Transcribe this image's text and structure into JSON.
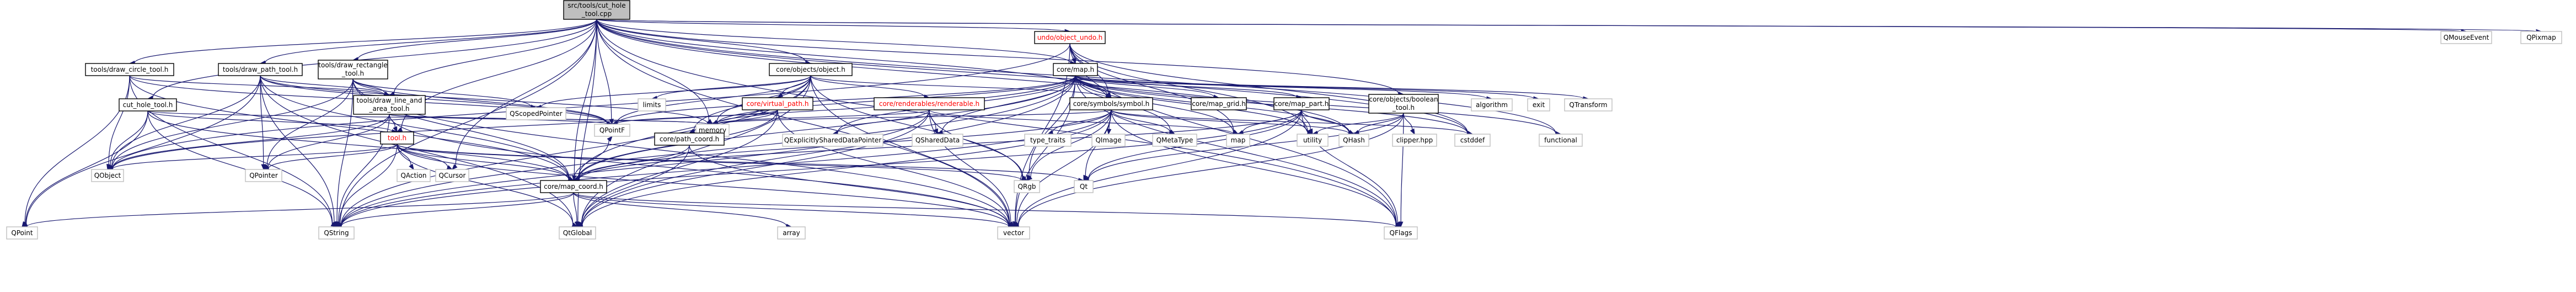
{
  "graph": {
    "root": "src/tools/cut_hole_tool.cpp",
    "nodes": [
      {
        "id": "root",
        "lines": [
          "src/tools/cut_hole",
          "_tool.cpp"
        ],
        "kind": "root"
      },
      {
        "id": "undo",
        "lines": [
          "undo/object_undo.h"
        ],
        "kind": "red"
      },
      {
        "id": "qmouse",
        "lines": [
          "QMouseEvent"
        ],
        "kind": "leaf"
      },
      {
        "id": "qpixmap",
        "lines": [
          "QPixmap"
        ],
        "kind": "leaf"
      },
      {
        "id": "circle",
        "lines": [
          "tools/draw_circle_tool.h"
        ],
        "kind": "normal"
      },
      {
        "id": "pathtool",
        "lines": [
          "tools/draw_path_tool.h"
        ],
        "kind": "normal"
      },
      {
        "id": "recttool",
        "lines": [
          "tools/draw_rectangle",
          "_tool.h"
        ],
        "kind": "normal"
      },
      {
        "id": "objecth",
        "lines": [
          "core/objects/object.h"
        ],
        "kind": "normal"
      },
      {
        "id": "maph",
        "lines": [
          "core/map.h"
        ],
        "kind": "normal"
      },
      {
        "id": "cutholetool",
        "lines": [
          "cut_hole_tool.h"
        ],
        "kind": "normal"
      },
      {
        "id": "lineareatool",
        "lines": [
          "tools/draw_line_and",
          "_area_tool.h"
        ],
        "kind": "normal"
      },
      {
        "id": "qscopedptr",
        "lines": [
          "QScopedPointer"
        ],
        "kind": "leaf"
      },
      {
        "id": "virtualpath",
        "lines": [
          "core/virtual_path.h"
        ],
        "kind": "red"
      },
      {
        "id": "renderable",
        "lines": [
          "core/renderables/renderable.h"
        ],
        "kind": "red"
      },
      {
        "id": "symbolh",
        "lines": [
          "core/symbols/symbol.h"
        ],
        "kind": "normal"
      },
      {
        "id": "mapgrid",
        "lines": [
          "core/map_grid.h"
        ],
        "kind": "normal"
      },
      {
        "id": "mappart",
        "lines": [
          "core/map_part.h"
        ],
        "kind": "normal"
      },
      {
        "id": "booleantool",
        "lines": [
          "core/objects/boolean",
          "_tool.h"
        ],
        "kind": "normal"
      },
      {
        "id": "algorithm",
        "lines": [
          "algorithm"
        ],
        "kind": "leaf"
      },
      {
        "id": "exit",
        "lines": [
          "exit"
        ],
        "kind": "leaf"
      },
      {
        "id": "qtransform",
        "lines": [
          "QTransform"
        ],
        "kind": "leaf"
      },
      {
        "id": "limits",
        "lines": [
          "limits"
        ],
        "kind": "leaf"
      },
      {
        "id": "memory",
        "lines": [
          "memory"
        ],
        "kind": "leaf"
      },
      {
        "id": "qpointf",
        "lines": [
          "QPointF"
        ],
        "kind": "leaf"
      },
      {
        "id": "toolh",
        "lines": [
          "tool.h"
        ],
        "kind": "red"
      },
      {
        "id": "pathcoord",
        "lines": [
          "core/path_coord.h"
        ],
        "kind": "normal"
      },
      {
        "id": "qexplicit",
        "lines": [
          "QExplicitlySharedDataPointer"
        ],
        "kind": "leaf"
      },
      {
        "id": "qshareddata",
        "lines": [
          "QSharedData"
        ],
        "kind": "leaf"
      },
      {
        "id": "typetraits",
        "lines": [
          "type_traits"
        ],
        "kind": "leaf"
      },
      {
        "id": "qimage",
        "lines": [
          "QImage"
        ],
        "kind": "leaf"
      },
      {
        "id": "qmetatype",
        "lines": [
          "QMetaType"
        ],
        "kind": "leaf"
      },
      {
        "id": "map",
        "lines": [
          "map"
        ],
        "kind": "leaf"
      },
      {
        "id": "utility",
        "lines": [
          "utility"
        ],
        "kind": "leaf"
      },
      {
        "id": "qhash",
        "lines": [
          "QHash"
        ],
        "kind": "leaf"
      },
      {
        "id": "clipper",
        "lines": [
          "clipper.hpp"
        ],
        "kind": "leaf"
      },
      {
        "id": "cstddef",
        "lines": [
          "cstddef"
        ],
        "kind": "leaf"
      },
      {
        "id": "functional",
        "lines": [
          "functional"
        ],
        "kind": "leaf"
      },
      {
        "id": "qobject",
        "lines": [
          "QObject"
        ],
        "kind": "leaf"
      },
      {
        "id": "qpointer",
        "lines": [
          "QPointer"
        ],
        "kind": "leaf"
      },
      {
        "id": "qaction",
        "lines": [
          "QAction"
        ],
        "kind": "leaf"
      },
      {
        "id": "qcursor",
        "lines": [
          "QCursor"
        ],
        "kind": "leaf"
      },
      {
        "id": "mapcoord",
        "lines": [
          "core/map_coord.h"
        ],
        "kind": "normal"
      },
      {
        "id": "qrgb",
        "lines": [
          "QRgb"
        ],
        "kind": "leaf"
      },
      {
        "id": "qt",
        "lines": [
          "Qt"
        ],
        "kind": "leaf"
      },
      {
        "id": "qpoint",
        "lines": [
          "QPoint"
        ],
        "kind": "leaf"
      },
      {
        "id": "qstring",
        "lines": [
          "QString"
        ],
        "kind": "leaf"
      },
      {
        "id": "qglobal",
        "lines": [
          "QtGlobal"
        ],
        "kind": "leaf"
      },
      {
        "id": "array",
        "lines": [
          "array"
        ],
        "kind": "leaf"
      },
      {
        "id": "vector",
        "lines": [
          "vector"
        ],
        "kind": "leaf"
      },
      {
        "id": "qflags",
        "lines": [
          "QFlags"
        ],
        "kind": "leaf"
      }
    ],
    "edges": [
      [
        "root",
        "undo"
      ],
      [
        "root",
        "qmouse"
      ],
      [
        "root",
        "qpixmap"
      ],
      [
        "root",
        "circle"
      ],
      [
        "root",
        "pathtool"
      ],
      [
        "root",
        "recttool"
      ],
      [
        "root",
        "objecth"
      ],
      [
        "root",
        "maph"
      ],
      [
        "root",
        "cutholetool"
      ],
      [
        "root",
        "lineareatool"
      ],
      [
        "root",
        "symbolh"
      ],
      [
        "root",
        "booleantool"
      ],
      [
        "root",
        "memory"
      ],
      [
        "root",
        "toolh"
      ],
      [
        "root",
        "mapcoord"
      ],
      [
        "root",
        "qcursor"
      ],
      [
        "root",
        "qstring"
      ],
      [
        "root",
        "qflags"
      ],
      [
        "root",
        "vector"
      ],
      [
        "root",
        "functional"
      ],
      [
        "root",
        "cstddef"
      ],
      [
        "root",
        "qhash"
      ],
      [
        "root",
        "qpointf"
      ],
      [
        "root",
        "qglobal"
      ],
      [
        "undo",
        "qobject"
      ],
      [
        "undo",
        "maph"
      ],
      [
        "undo",
        "symbolh"
      ],
      [
        "undo",
        "map"
      ],
      [
        "undo",
        "utility"
      ],
      [
        "undo",
        "vector"
      ],
      [
        "undo",
        "qflags"
      ],
      [
        "undo",
        "cstddef"
      ],
      [
        "circle",
        "lineareatool"
      ],
      [
        "circle",
        "qpointf"
      ],
      [
        "circle",
        "qpoint"
      ],
      [
        "circle",
        "qstring"
      ],
      [
        "circle",
        "qobject"
      ],
      [
        "circle",
        "mapcoord"
      ],
      [
        "pathtool",
        "lineareatool"
      ],
      [
        "pathtool",
        "qobject"
      ],
      [
        "pathtool",
        "qpoint"
      ],
      [
        "pathtool",
        "qpointer"
      ],
      [
        "pathtool",
        "qpointf"
      ],
      [
        "pathtool",
        "qstring"
      ],
      [
        "pathtool",
        "mapcoord"
      ],
      [
        "pathtool",
        "qglobal"
      ],
      [
        "pathtool",
        "memory"
      ],
      [
        "recttool",
        "lineareatool"
      ],
      [
        "recttool",
        "qobject"
      ],
      [
        "recttool",
        "qpointer"
      ],
      [
        "recttool",
        "qscopedptr"
      ],
      [
        "recttool",
        "qstring"
      ],
      [
        "recttool",
        "qpointf"
      ],
      [
        "recttool",
        "mapcoord"
      ],
      [
        "recttool",
        "vector"
      ],
      [
        "cutholetool",
        "toolh"
      ],
      [
        "cutholetool",
        "qobject"
      ],
      [
        "cutholetool",
        "qstring"
      ],
      [
        "cutholetool",
        "memory"
      ],
      [
        "cutholetool",
        "qpoint"
      ],
      [
        "cutholetool",
        "mapcoord"
      ],
      [
        "lineareatool",
        "toolh"
      ],
      [
        "lineareatool",
        "qobject"
      ],
      [
        "lineareatool",
        "qpointer"
      ],
      [
        "lineareatool",
        "qstring"
      ],
      [
        "lineareatool",
        "qpointf"
      ],
      [
        "lineareatool",
        "memory"
      ],
      [
        "lineareatool",
        "vector"
      ],
      [
        "objecth",
        "qscopedptr"
      ],
      [
        "objecth",
        "limits"
      ],
      [
        "objecth",
        "memory"
      ],
      [
        "objecth",
        "qpointf"
      ],
      [
        "objecth",
        "virtualpath"
      ],
      [
        "objecth",
        "renderable"
      ],
      [
        "objecth",
        "symbolh"
      ],
      [
        "objecth",
        "mapcoord"
      ],
      [
        "objecth",
        "pathcoord"
      ],
      [
        "objecth",
        "vector"
      ],
      [
        "objecth",
        "qstring"
      ],
      [
        "objecth",
        "qglobal"
      ],
      [
        "objecth",
        "qrgb"
      ],
      [
        "maph",
        "qtransform"
      ],
      [
        "maph",
        "exit"
      ],
      [
        "maph",
        "algorithm"
      ],
      [
        "maph",
        "mapgrid"
      ],
      [
        "maph",
        "mappart"
      ],
      [
        "maph",
        "symbolh"
      ],
      [
        "maph",
        "memory"
      ],
      [
        "maph",
        "qhash"
      ],
      [
        "maph",
        "map"
      ],
      [
        "maph",
        "utility"
      ],
      [
        "maph",
        "vector"
      ],
      [
        "maph",
        "qflags"
      ],
      [
        "maph",
        "qstring"
      ],
      [
        "maph",
        "qglobal"
      ],
      [
        "maph",
        "qpointf"
      ],
      [
        "maph",
        "qmetatype"
      ],
      [
        "maph",
        "qshareddata"
      ],
      [
        "maph",
        "functional"
      ],
      [
        "maph",
        "cstddef"
      ],
      [
        "maph",
        "qexplicit"
      ],
      [
        "maph",
        "mapcoord"
      ],
      [
        "maph",
        "qrgb"
      ],
      [
        "maph",
        "qobject"
      ],
      [
        "virtualpath",
        "memory"
      ],
      [
        "virtualpath",
        "pathcoord"
      ],
      [
        "virtualpath",
        "mapcoord"
      ],
      [
        "virtualpath",
        "vector"
      ],
      [
        "virtualpath",
        "qglobal"
      ],
      [
        "virtualpath",
        "qpointf"
      ],
      [
        "renderable",
        "qexplicit"
      ],
      [
        "renderable",
        "qshareddata"
      ],
      [
        "renderable",
        "map"
      ],
      [
        "renderable",
        "vector"
      ],
      [
        "renderable",
        "qglobal"
      ],
      [
        "renderable",
        "qrgb"
      ],
      [
        "renderable",
        "qstring"
      ],
      [
        "renderable",
        "memory"
      ],
      [
        "symbolh",
        "typetraits"
      ],
      [
        "symbolh",
        "qimage"
      ],
      [
        "symbolh",
        "qmetatype"
      ],
      [
        "symbolh",
        "qrgb"
      ],
      [
        "symbolh",
        "qt"
      ],
      [
        "symbolh",
        "qstring"
      ],
      [
        "symbolh",
        "qglobal"
      ],
      [
        "symbolh",
        "vector"
      ],
      [
        "symbolh",
        "mapcoord"
      ],
      [
        "symbolh",
        "qflags"
      ],
      [
        "symbolh",
        "memory"
      ],
      [
        "symbolh",
        "qhash"
      ],
      [
        "symbolh",
        "cstddef"
      ],
      [
        "mappart",
        "map"
      ],
      [
        "mappart",
        "utility"
      ],
      [
        "mappart",
        "vector"
      ],
      [
        "mappart",
        "qhash"
      ],
      [
        "mappart",
        "qstring"
      ],
      [
        "mappart",
        "qflags"
      ],
      [
        "mappart",
        "mapcoord"
      ],
      [
        "mappart",
        "qt"
      ],
      [
        "booleantool",
        "clipper"
      ],
      [
        "booleantool",
        "qhash"
      ],
      [
        "booleantool",
        "utility"
      ],
      [
        "booleantool",
        "vector"
      ],
      [
        "booleantool",
        "qflags"
      ],
      [
        "booleantool",
        "qt"
      ],
      [
        "toolh",
        "qobject"
      ],
      [
        "toolh",
        "qpointer"
      ],
      [
        "toolh",
        "qaction"
      ],
      [
        "toolh",
        "qcursor"
      ],
      [
        "toolh",
        "mapcoord"
      ],
      [
        "toolh",
        "qglobal"
      ],
      [
        "toolh",
        "qstring"
      ],
      [
        "toolh",
        "qt"
      ],
      [
        "toolh",
        "qrgb"
      ],
      [
        "toolh",
        "vector"
      ],
      [
        "pathcoord",
        "mapcoord"
      ],
      [
        "pathcoord",
        "vector"
      ],
      [
        "pathcoord",
        "qglobal"
      ],
      [
        "mapcoord",
        "qpoint"
      ],
      [
        "mapcoord",
        "qpointf"
      ],
      [
        "mapcoord",
        "qstring"
      ],
      [
        "mapcoord",
        "qglobal"
      ],
      [
        "mapcoord",
        "array"
      ],
      [
        "mapcoord",
        "vector"
      ],
      [
        "mapcoord",
        "qflags"
      ]
    ]
  }
}
